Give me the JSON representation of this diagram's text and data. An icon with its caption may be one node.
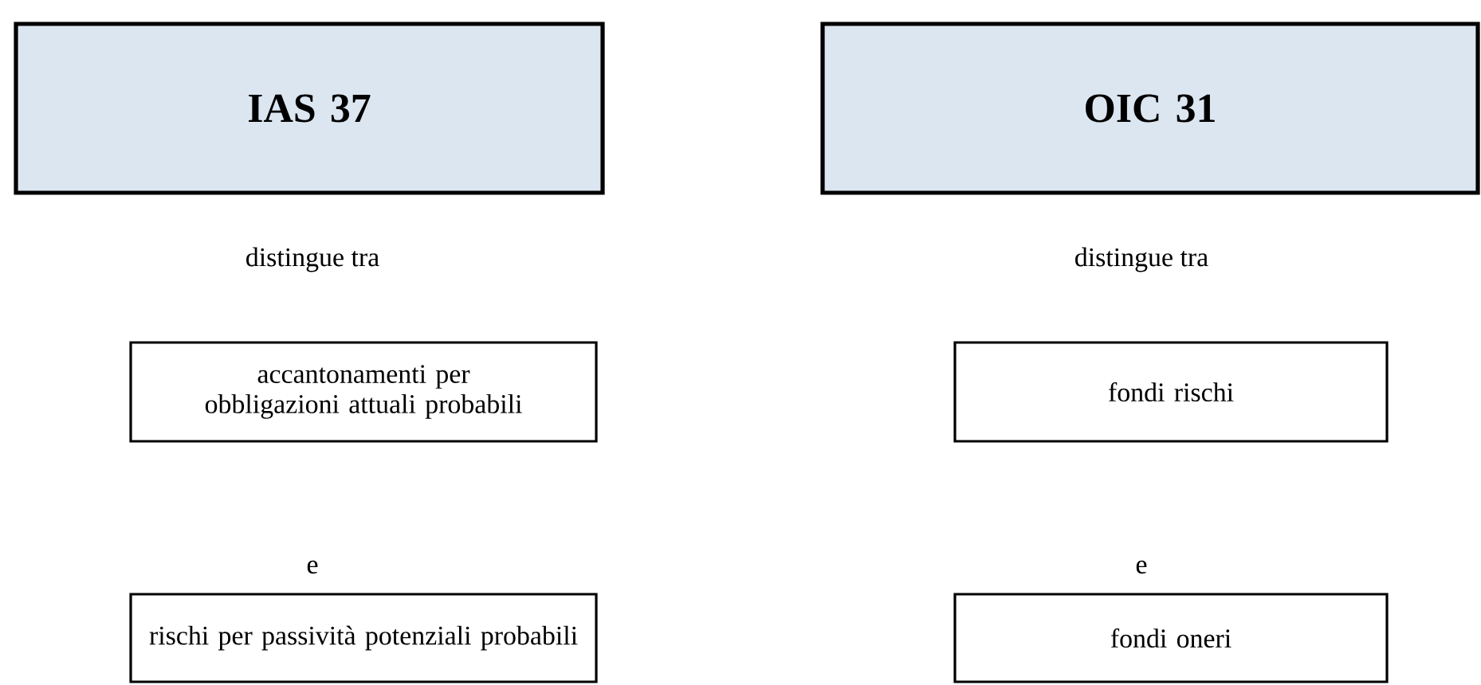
{
  "diagram": {
    "nodes": [
      {
        "text": [
          "IAS 37"
        ]
      },
      {
        "text": [
          "OIC 31"
        ]
      },
      {
        "text": [
          "accantonamenti per obbligazioni attuali probabili"
        ]
      },
      {
        "text": [
          "fondi rischi"
        ]
      },
      {
        "text": [
          "rischi per passività potenziali probabili"
        ]
      },
      {
        "text": [
          "fondi oneri"
        ]
      }
    ],
    "labels": [
      "distingue tra",
      "distingue tra",
      "e",
      "e"
    ]
  }
}
